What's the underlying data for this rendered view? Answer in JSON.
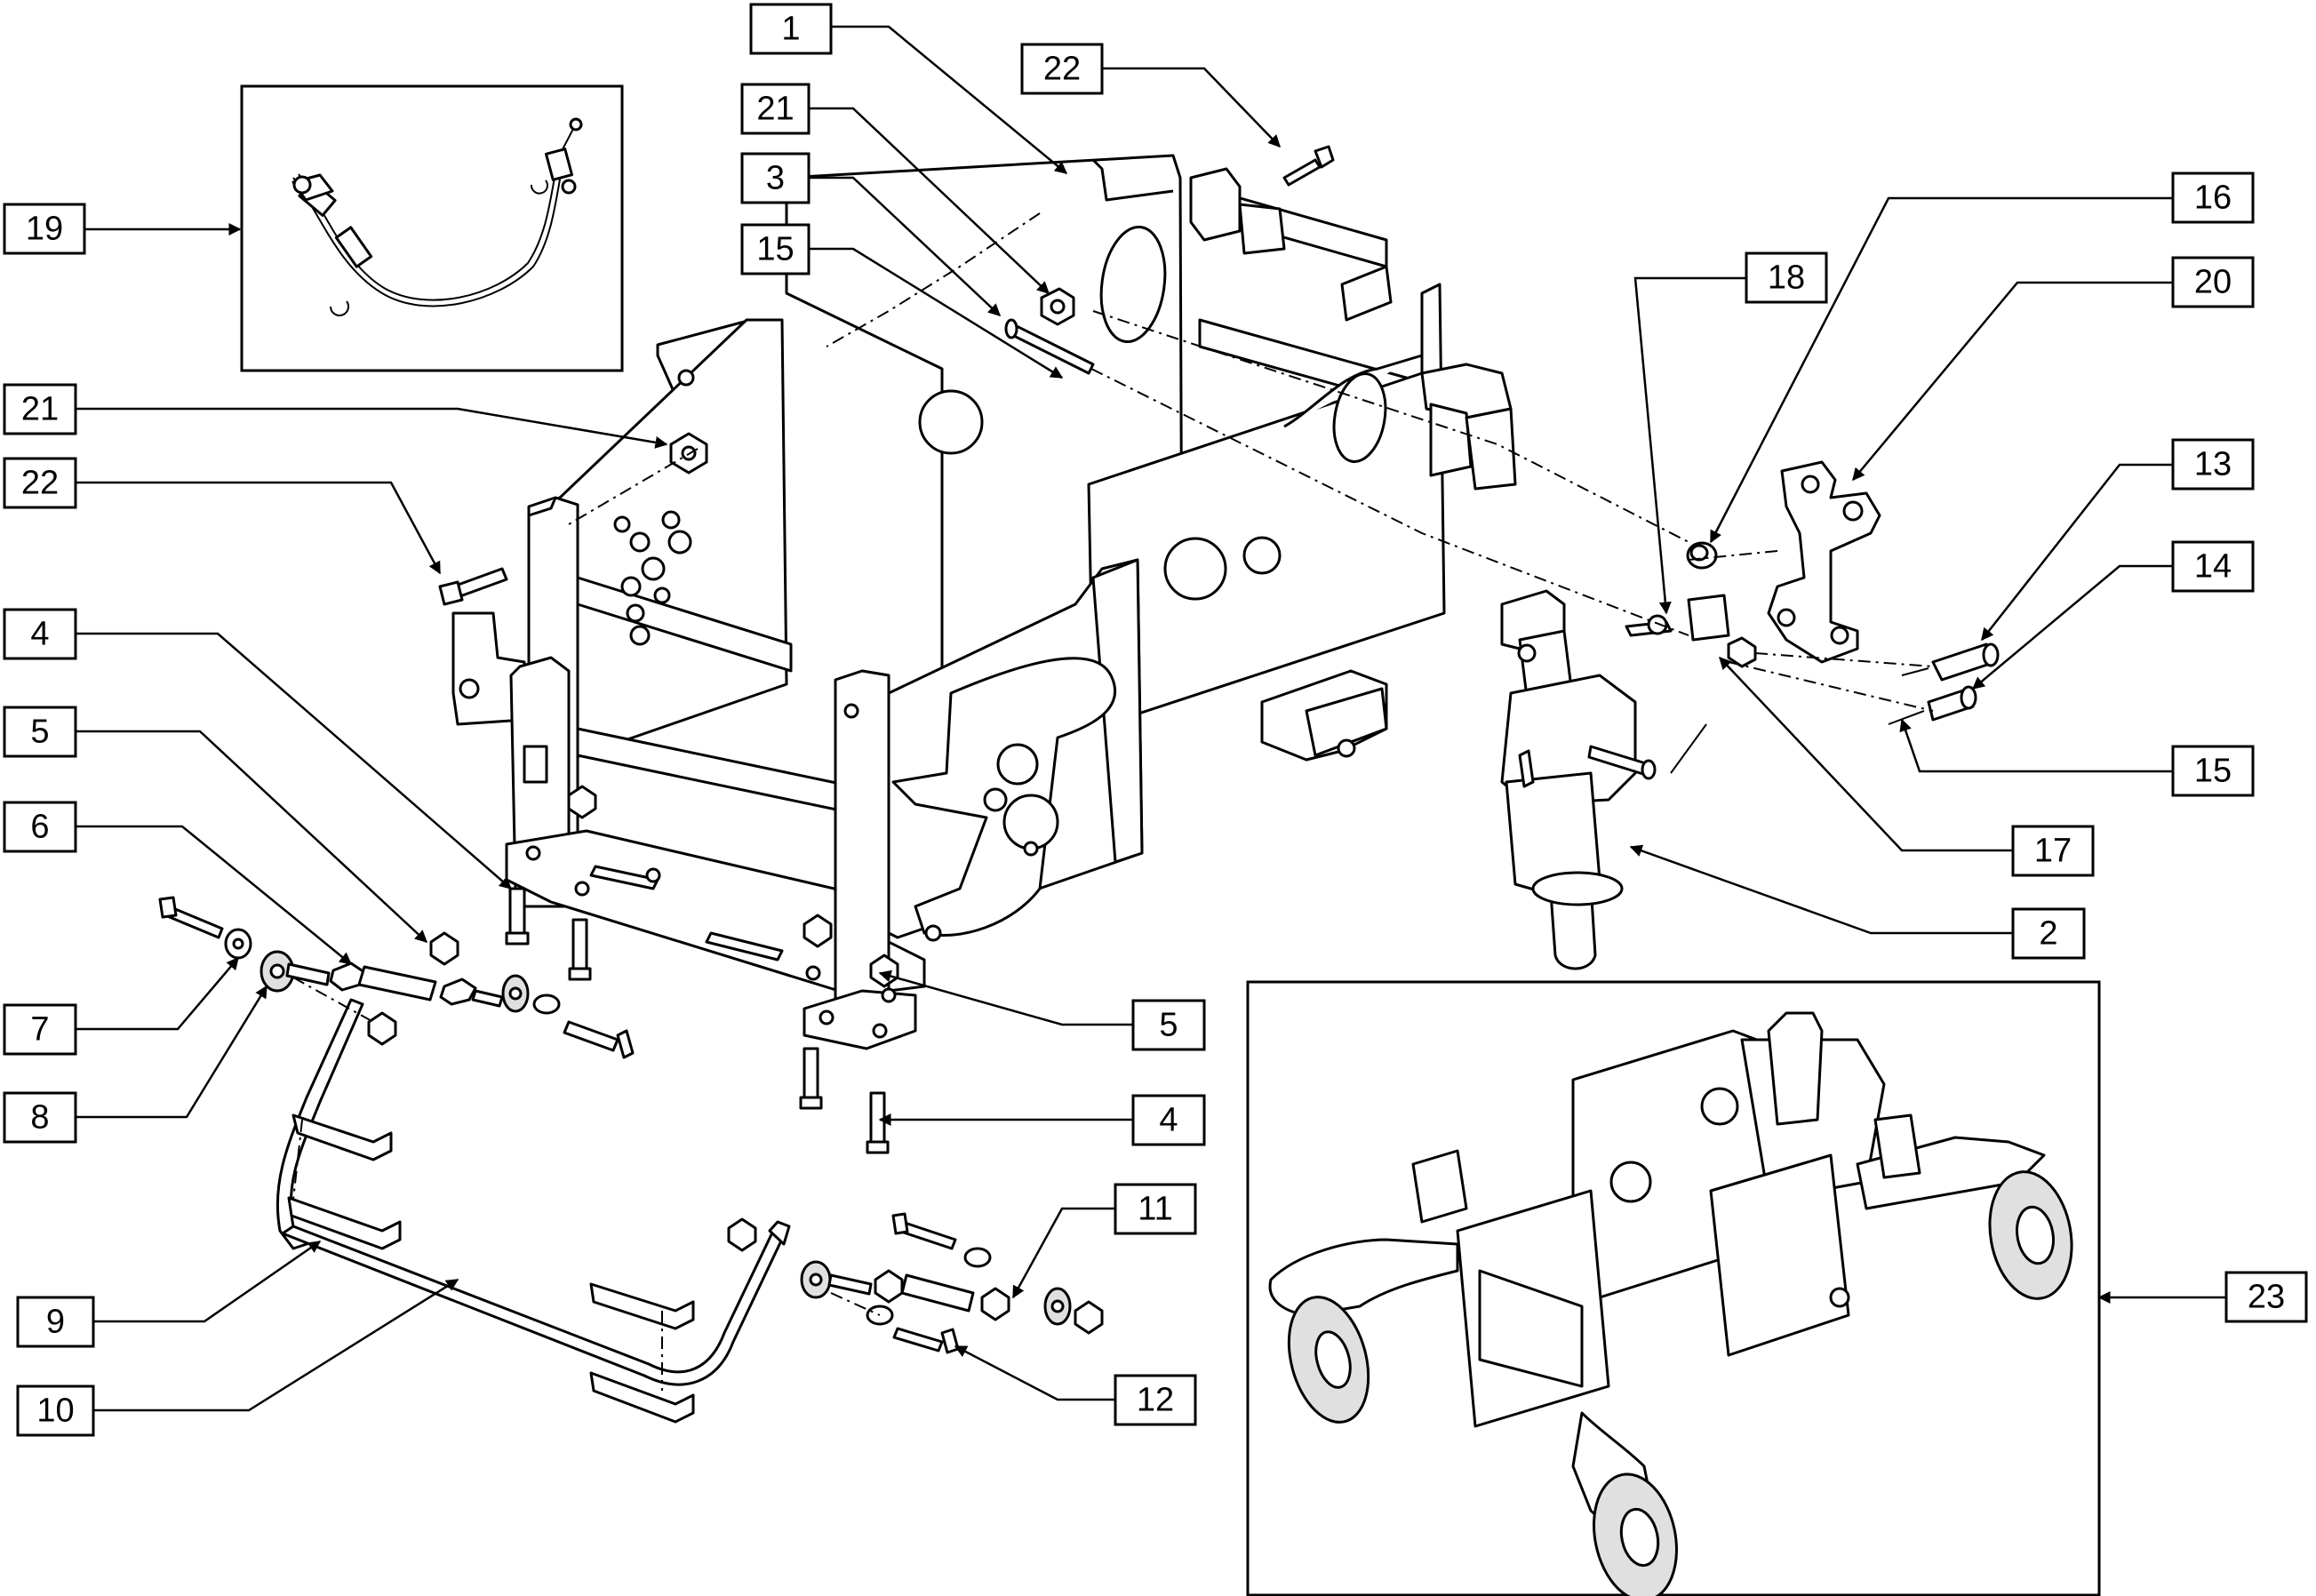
{
  "callouts": [
    {
      "label": "1"
    },
    {
      "label": "22"
    },
    {
      "label": "21"
    },
    {
      "label": "3"
    },
    {
      "label": "15"
    },
    {
      "label": "19"
    },
    {
      "label": "21"
    },
    {
      "label": "22"
    },
    {
      "label": "4"
    },
    {
      "label": "5"
    },
    {
      "label": "6"
    },
    {
      "label": "7"
    },
    {
      "label": "8"
    },
    {
      "label": "18"
    },
    {
      "label": "16"
    },
    {
      "label": "20"
    },
    {
      "label": "13"
    },
    {
      "label": "14"
    },
    {
      "label": "15"
    },
    {
      "label": "17"
    },
    {
      "label": "2"
    },
    {
      "label": "5"
    },
    {
      "label": "4"
    },
    {
      "label": "11"
    },
    {
      "label": "9"
    },
    {
      "label": "10"
    },
    {
      "label": "12"
    },
    {
      "label": "23"
    }
  ]
}
